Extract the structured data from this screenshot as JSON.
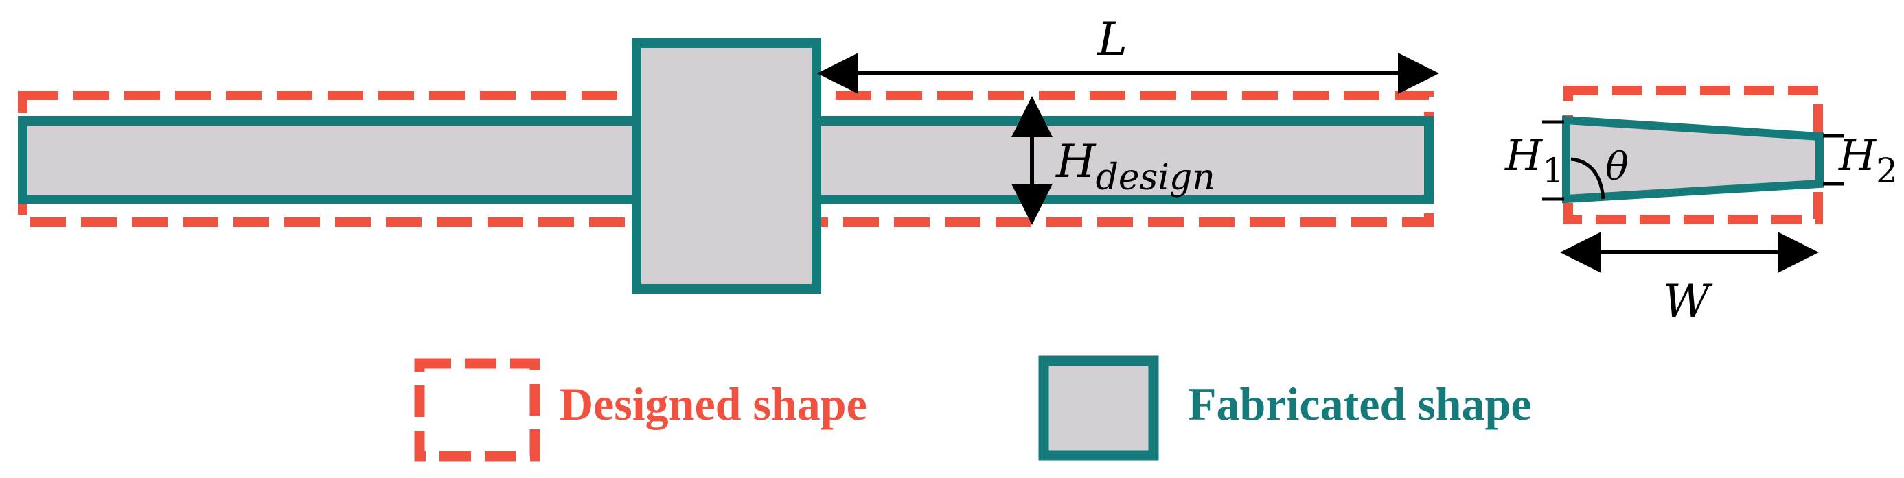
{
  "labels": {
    "length": "L",
    "height_design_main": "H",
    "height_design_sub": "design",
    "h1_main": "H",
    "h1_sub": "1",
    "h2_main": "H",
    "h2_sub": "2",
    "angle": "θ",
    "width": "W"
  },
  "legend": {
    "designed": "Designed shape",
    "fabricated": "Fabricated shape"
  },
  "colors": {
    "designed": "#f0523f",
    "fabricated": "#147a7a",
    "fill": "#d3cfd2",
    "arrow": "#000000"
  }
}
